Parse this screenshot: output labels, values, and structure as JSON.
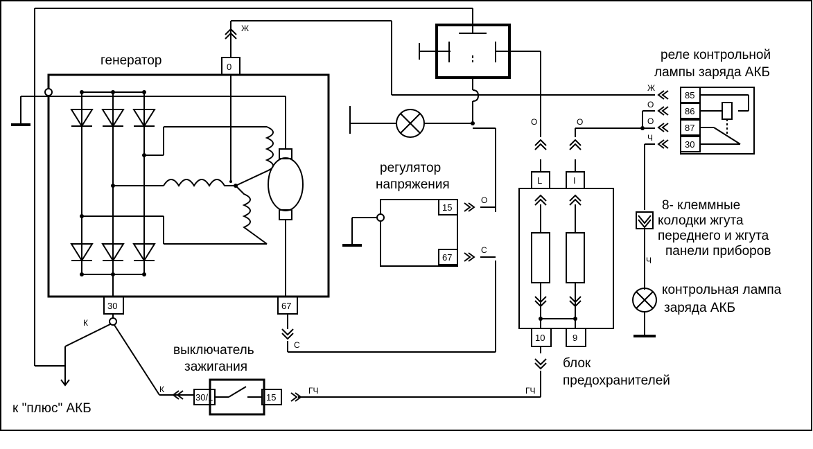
{
  "labels": {
    "generator": "генератор",
    "regulator_1": "регулятор",
    "regulator_2": "напряжения",
    "relay_1": "реле контрольной",
    "relay_2": "лампы заряда АКБ",
    "connectors_1": "8- клеммные",
    "connectors_2": "колодки жгута",
    "connectors_3": "переднего и жгута",
    "connectors_4": "панели приборов",
    "lamp_1": "контрольная лампа",
    "lamp_2": "заряда АКБ",
    "switch_1": "выключатель",
    "switch_2": "зажигания",
    "fusebox_1": "блок",
    "fusebox_2": "предохранителей",
    "battery": "к \"плюс\" АКБ"
  },
  "pins": {
    "gen_0": "0",
    "gen_30": "30",
    "gen_67": "67",
    "reg_15": "15",
    "reg_67": "67",
    "relay_85": "85",
    "relay_86": "86",
    "relay_87": "87",
    "relay_30": "30",
    "fuse_L": "L",
    "fuse_I": "I",
    "fuse_10": "10",
    "fuse_9": "9",
    "sw_30_1": "30/1",
    "sw_15": "15"
  },
  "wires": {
    "zh_top": "Ж",
    "zh_relay": "Ж",
    "o_86": "О",
    "o_87": "О",
    "ch_30": "Ч",
    "o_fuse_L": "О",
    "o_fuse_I": "О",
    "o_reg_15": "О",
    "c_reg_67": "С",
    "c_gen_67": "С",
    "k_gen": "К",
    "k_switch": "К",
    "gch_switch": "ГЧ",
    "gch_fuse": "ГЧ",
    "ch_lamp": "Ч"
  }
}
